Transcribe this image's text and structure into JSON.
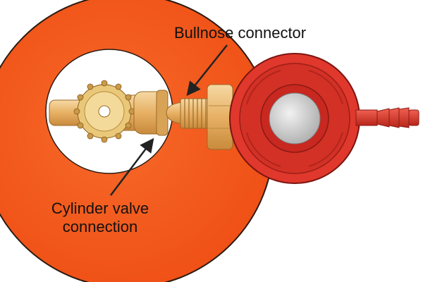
{
  "labels": {
    "bullnose": "Bullnose connector",
    "cylinder_line1": "Cylinder valve",
    "cylinder_line2": "connection"
  },
  "colors": {
    "cylinder": "#f45a1e",
    "cylinder_outline": "#2a1a10",
    "valve_well": "#ffffff",
    "brass": "#e7b064",
    "brass_dark": "#c98a3c",
    "brass_light": "#f6d9a4",
    "regulator": "#e0382c",
    "regulator_dark": "#a71f18",
    "regulator_center": "#cfcfcf",
    "label_text": "#111111"
  }
}
